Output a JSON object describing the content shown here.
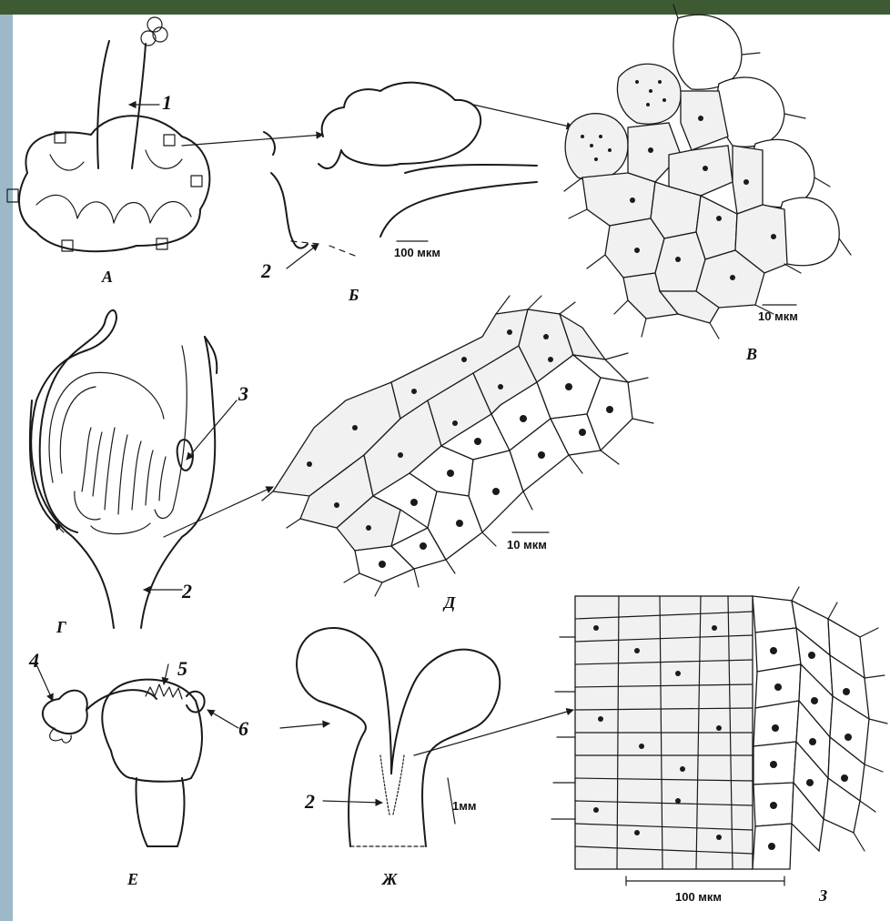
{
  "colors": {
    "top_bar": "#3d5a32",
    "left_strip": "#9db8c9",
    "ink": "#1a1a1a",
    "background": "#ffffff"
  },
  "panels": {
    "A": "А",
    "B": "Б",
    "V": "В",
    "G": "Г",
    "D": "Д",
    "E": "Е",
    "Zh": "Ж",
    "Z": "З"
  },
  "numbers": {
    "n1": "1",
    "n2": "2",
    "n3": "3",
    "n4": "4",
    "n5": "5",
    "n6": "6"
  },
  "scales": {
    "b": "100 мкм",
    "v": "10 мкм",
    "d": "10 мкм",
    "zh": "1мм",
    "z": "100 мкм"
  }
}
